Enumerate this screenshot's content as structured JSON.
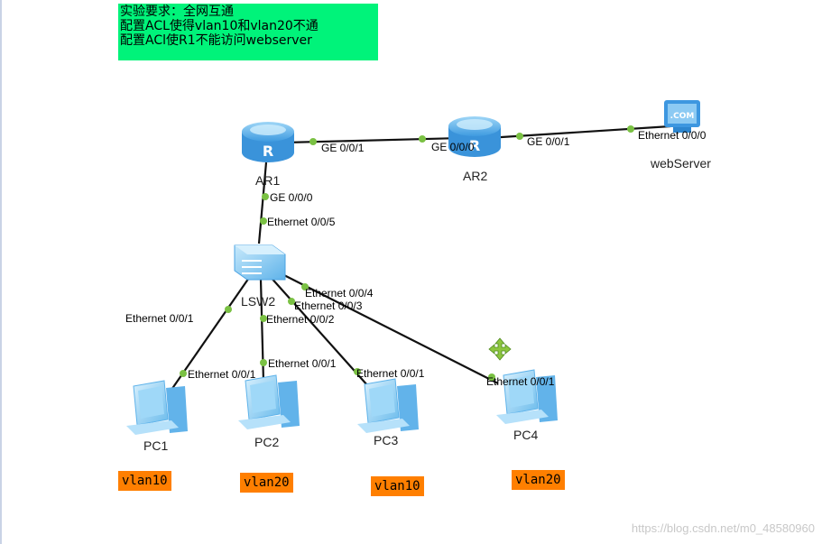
{
  "requirements": [
    "实验要求：全网互通",
    "配置ACL使得vlan10和vlan20不通",
    "配置ACl使R1不能访问webserver"
  ],
  "devices": {
    "ar1": "AR1",
    "ar2": "AR2",
    "lsw2": "LSW2",
    "webserver": "webServer",
    "pc1": "PC1",
    "pc2": "PC2",
    "pc3": "PC3",
    "pc4": "PC4"
  },
  "ports": {
    "ar1_ge001": "GE 0/0/1",
    "ar2_ge000": "GE 0/0/0",
    "ar2_ge001": "GE 0/0/1",
    "web_eth000": "Ethernet 0/0/0",
    "ar1_ge000": "GE 0/0/0",
    "lsw_eth005": "Ethernet 0/0/5",
    "lsw_eth004": "Ethernet 0/0/4",
    "lsw_eth003": "Ethernet 0/0/3",
    "lsw_eth002": "Ethernet 0/0/2",
    "lsw_eth001": "Ethernet 0/0/1",
    "pc1_eth001": "Ethernet 0/0/1",
    "pc2_eth001": "Ethernet 0/0/1",
    "pc3_eth001": "Ethernet 0/0/1",
    "pc4_eth001": "Ethernet 0/0/1"
  },
  "vlans": {
    "pc1": "vlan10",
    "pc2": "vlan20",
    "pc3": "vlan10",
    "pc4": "vlan20"
  },
  "web_icon_text": ".COM",
  "watermark": "https://blog.csdn.net/m0_48580960",
  "colors": {
    "note_bg": "#00f37a",
    "vlan_tag": "#ff7f00",
    "port_dot": "#7ac143",
    "device_blue": "#4fa9e6"
  }
}
